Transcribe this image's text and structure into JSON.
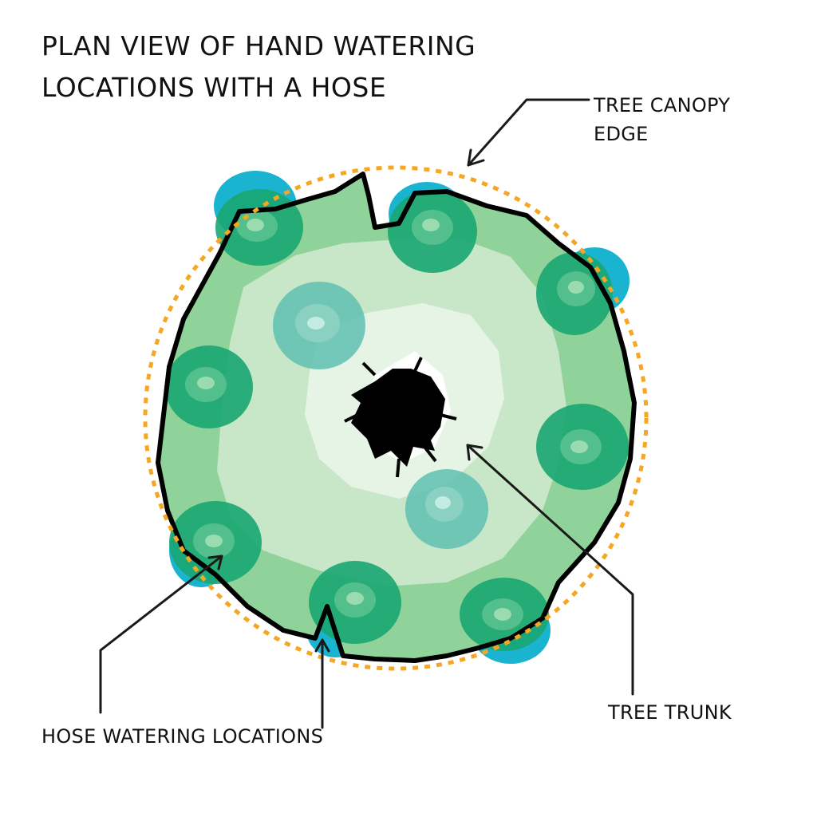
{
  "title": {
    "line1": "PLAN VIEW OF HAND WATERING",
    "line2": "LOCATIONS WITH A HOSE"
  },
  "labels": {
    "canopy_line1": "TREE CANOPY",
    "canopy_line2": "EDGE",
    "trunk": "TREE TRUNK",
    "hose": "HOSE WATERING LOCATIONS"
  },
  "colors": {
    "canopy_outer": "#8fd39a",
    "canopy_mid": "#c8e6c8",
    "canopy_inner": "#e6f4e6",
    "water_spot": "#1aa672",
    "water_spot_center": "#8fd39a",
    "overflow": "#1ab4d0",
    "canopy_edge": "#f5a623",
    "trunk": "#000000",
    "outline": "#000000"
  },
  "icons": [
    "arrow-icon",
    "tree-trunk-icon"
  ]
}
